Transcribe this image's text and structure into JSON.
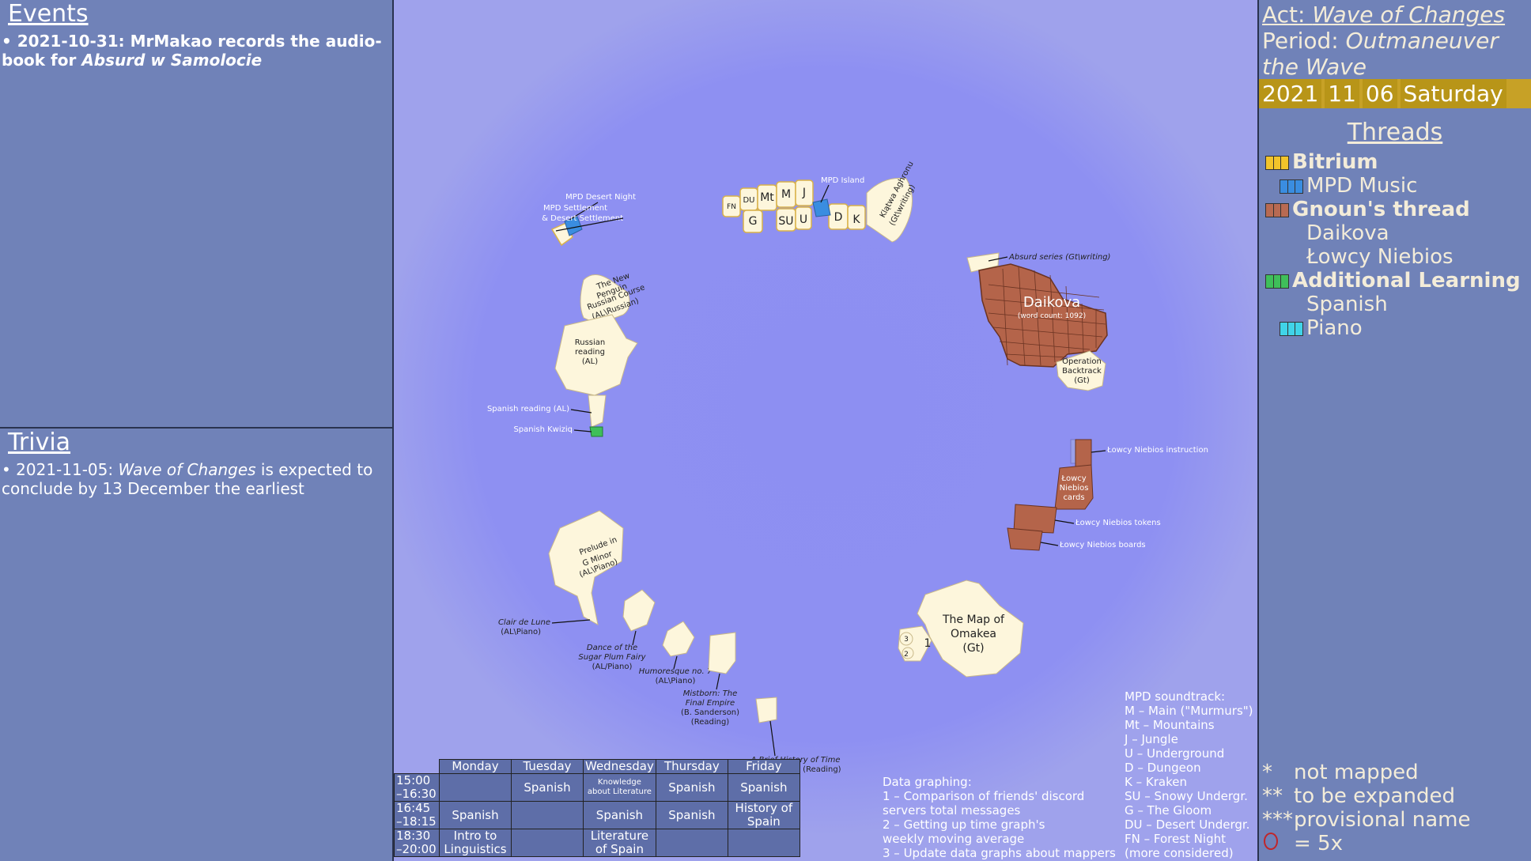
{
  "events": {
    "title": "Events",
    "entry_prefix": "• 2021-10-31: MrMakao records the audio-book for ",
    "entry_italic": "Absurd w Samolocie"
  },
  "trivia": {
    "title": "Trivia",
    "entry_prefix": "• 2021-11-05: ",
    "entry_italic": "Wave of Changes",
    "entry_suffix": " is expected to conclude by 13 December the earliest"
  },
  "sidebar": {
    "act_label": "Act: ",
    "act_name": "Wave of Changes",
    "period_label": "Period: ",
    "period_name": "Outmaneuver the Wave",
    "date": {
      "year": "2021",
      "month": "11",
      "day": "06",
      "weekday": "Saturday"
    },
    "threads_title": "Threads",
    "threads": [
      {
        "label": "Bitrium",
        "bold": true,
        "color": "#f2c42a"
      },
      {
        "label": "MPD Music",
        "bold": false,
        "color": "#3a8de0"
      },
      {
        "label": "Gnoun's thread",
        "bold": true,
        "color": "#b86a52"
      },
      {
        "label": "Daikova",
        "bold": false,
        "color": ""
      },
      {
        "label": "Łowcy Niebios",
        "bold": false,
        "color": ""
      },
      {
        "label": "Additional Learning",
        "bold": true,
        "color": "#3fbf5a"
      },
      {
        "label": "Spanish",
        "bold": false,
        "color": ""
      },
      {
        "label": "Piano",
        "bold": false,
        "color": "#40d4e8"
      }
    ],
    "legend": {
      "not_mapped_mark": "*",
      "not_mapped": "not mapped",
      "expand_mark": "**",
      "expand": "to be expanded",
      "provisional_mark": "***",
      "provisional": "provisional name",
      "five_x": "= 5x"
    }
  },
  "map_labels": {
    "mpd_desert_night": "MPD Desert Night",
    "mpd_settlement_1": "MPD Settlement",
    "mpd_settlement_2": "& Desert Settlement",
    "mpd_island": "MPD Island",
    "tile_fn": "FN",
    "tile_du": "DU",
    "tile_mt": "Mt",
    "tile_m": "M",
    "tile_j": "J",
    "tile_g": "G",
    "tile_su": "SU",
    "tile_u": "U",
    "tile_d": "D",
    "tile_k": "K",
    "klatwa_1": "Klątwa Aghronu",
    "klatwa_2": "(Gt\\writing)",
    "absurd": "Absurd series (Gt\\writing)",
    "daikova": "Daikova",
    "daikova_wc": "(word count: 1092)",
    "operation_1": "Operation",
    "operation_2": "Backtrack",
    "operation_3": "(Gt)",
    "penguin_1": "The New",
    "penguin_2": "Penguin",
    "penguin_3": "Russian Course",
    "penguin_4": "(AL\\Russian)",
    "russian_1": "Russian",
    "russian_2": "reading",
    "russian_3": "(AL)",
    "spanish_reading": "Spanish reading (AL)",
    "spanish_kwiziq": "Spanish Kwiziq",
    "lowcy_instruction": "Łowcy Niebios instruction",
    "lowcy_cards_1": "Łowcy",
    "lowcy_cards_2": "Niebios",
    "lowcy_cards_3": "cards",
    "lowcy_tokens": "Łowcy Niebios tokens",
    "lowcy_boards": "Łowcy Niebios boards",
    "prelude_1": "Prelude in",
    "prelude_2": "G Minor",
    "prelude_3": "(AL\\Piano)",
    "clair_1": "Clair de Lune",
    "clair_2": "(AL\\Piano)",
    "sugar_1": "Dance of the",
    "sugar_2": "Sugar Plum Fairy",
    "sugar_3": "(AL/Piano)",
    "humoresque_1": "Humoresque no. 7",
    "humoresque_2": "(AL\\Piano)",
    "mistborn_1": "Mistborn: The",
    "mistborn_2": "Final Empire",
    "mistborn_3": "(B. Sanderson)",
    "mistborn_4": "(Reading)",
    "brief_1": "A Brief History of Time",
    "brief_2": "(S. Hawking) (Reading)",
    "omakea_1": "The Map of",
    "omakea_2": "Omakea",
    "omakea_3": "(Gt)",
    "omakea_n1": "1",
    "omakea_n2": "2",
    "omakea_n3": "3"
  },
  "schedule": {
    "days": [
      "Monday",
      "Tuesday",
      "Wednesday",
      "Thursday",
      "Friday"
    ],
    "rows": [
      {
        "time1": "15:00",
        "time2": "–16:30",
        "cells": [
          "",
          "Spanish",
          "Knowledge about Literature",
          "Spanish",
          "Spanish"
        ]
      },
      {
        "time1": "16:45",
        "time2": "–18:15",
        "cells": [
          "Spanish",
          "",
          "Spanish",
          "Spanish",
          "History of Spain"
        ]
      },
      {
        "time1": "18:30",
        "time2": "–20:00",
        "cells": [
          "Intro to Linguistics",
          "",
          "Literature of Spain",
          "",
          ""
        ]
      }
    ]
  },
  "data_graphing": [
    "Data graphing:",
    "1 – Comparison of friends' discord",
    "servers total messages",
    "2 – Getting up time graph's",
    "weekly moving average",
    "3 – Update data graphs about mappers"
  ],
  "mpd_soundtrack": [
    "MPD soundtrack:",
    "M – Main (\"Murmurs\")",
    "Mt – Mountains",
    "J – Jungle",
    "U – Underground",
    "D – Dungeon",
    "K – Kraken",
    "SU – Snowy Undergr.",
    "G – The Gloom",
    "DU – Desert Undergr.",
    "FN – Forest Night",
    "(more considered)"
  ]
}
